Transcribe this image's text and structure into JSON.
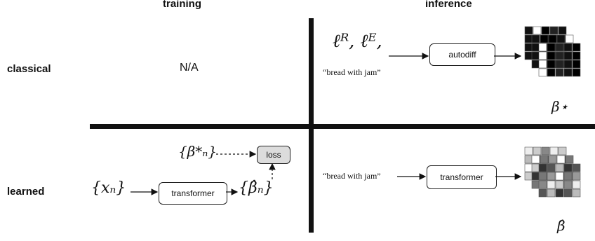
{
  "headers": {
    "training": "training",
    "inference": "inference"
  },
  "rows": {
    "classical": "classical",
    "learned": "learned"
  },
  "classical": {
    "training_text": "N/A",
    "inference_inputs_math": "ℓᴿ, ℓᴱ,",
    "inference_quote": "“bread with jam”",
    "box_label": "autodiff",
    "output_label": "β⋆"
  },
  "learned": {
    "targets_math": "{β*ₙ}",
    "loss_label": "loss",
    "inputs_math": "{xₙ}",
    "train_box_label": "transformer",
    "preds_math": "{β̂ₙ}",
    "inference_quote": "“bread with jam”",
    "inference_box_label": "transformer",
    "output_label": "β̂"
  },
  "colors": {
    "ink": "#111111",
    "loss_fill": "#dcdcdc"
  }
}
